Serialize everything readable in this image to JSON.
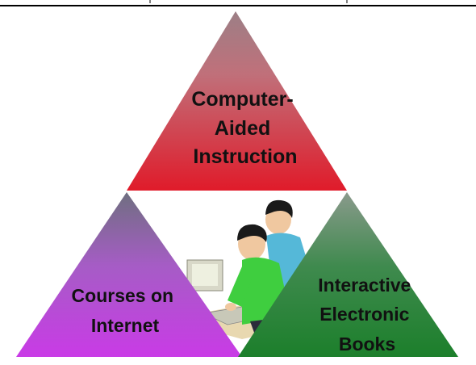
{
  "diagram": {
    "top_triangle": {
      "lines": [
        "Computer-",
        "Aided",
        "Instruction"
      ],
      "color_top": "#9c7f86",
      "color_bottom": "#e01b2a"
    },
    "left_triangle": {
      "lines": [
        "Courses on",
        "Internet"
      ],
      "color_top": "#6f6f80",
      "color_bottom": "#c93be6"
    },
    "right_triangle": {
      "lines": [
        "Interactive",
        "Electronic",
        "Books"
      ],
      "color_top": "#8a9a8c",
      "color_bottom": "#1c7f2b"
    },
    "center_image": {
      "icon": "people-at-computer-icon"
    }
  }
}
